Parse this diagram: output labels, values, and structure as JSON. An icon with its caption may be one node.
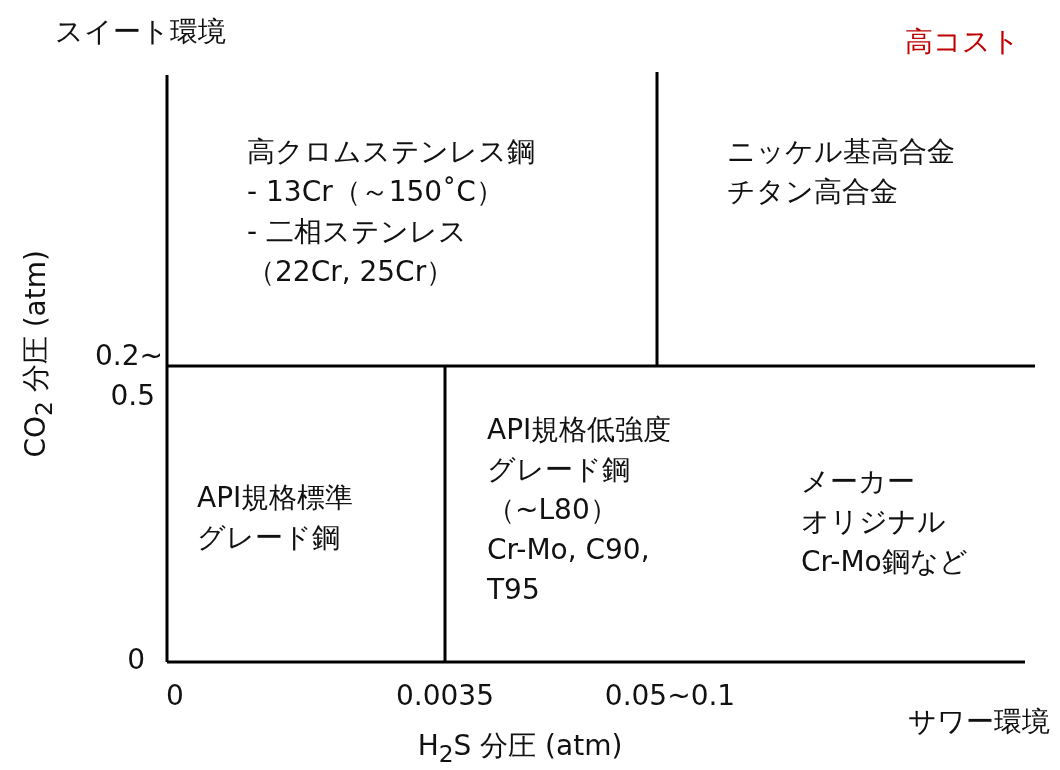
{
  "diagram": {
    "nodes": [
      {
        "text": [
          "高クロムステンレス鋼",
          "- 13Cr（～150˚C）",
          "- 二相ステンレス（22Cr, 25Cr）"
        ]
      },
      {
        "text": [
          "ニッケル基高合金",
          "チタン高合金"
        ]
      },
      {
        "text": [
          "API規格標準グレード鋼"
        ]
      },
      {
        "text": [
          "API規格低強度グレード鋼",
          "（~L80）",
          "Cr-Mo, C90, T95",
          "メーカーオリジナルCr-Mo鋼など"
        ]
      }
    ],
    "labels": [
      "スイート環境",
      "高コスト",
      "CO$_{2}$ 分圧 (atm)",
      "0.2~ 0.5",
      "0",
      "0",
      "0.0035",
      "0.05~0.1",
      "サワー環境",
      "H$_{2}$S 分圧 (atm)"
    ]
  }
}
